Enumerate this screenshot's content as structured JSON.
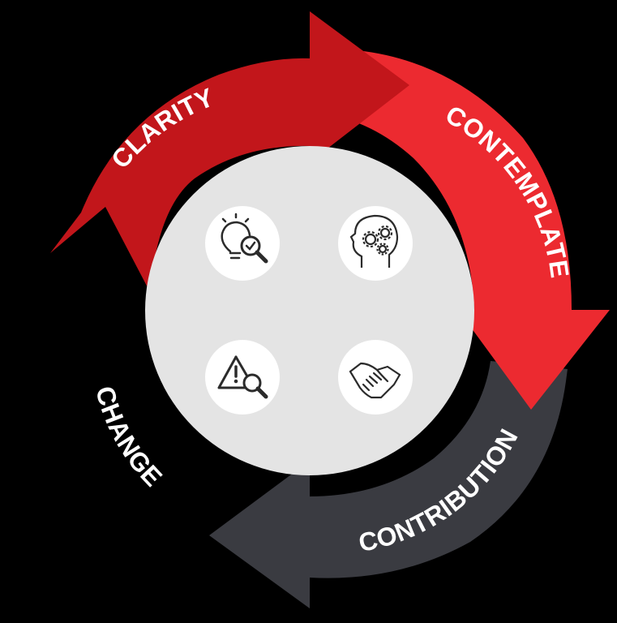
{
  "cycle": {
    "segments": [
      {
        "id": "clarity",
        "label": "CLARITY",
        "color": "#c2161b"
      },
      {
        "id": "contemplate",
        "label": "CONTEMPLATE",
        "color": "#ec2a30"
      },
      {
        "id": "contribution",
        "label": "CONTRIBUTION",
        "color": "#3a3b41"
      },
      {
        "id": "change",
        "label": "CHANGE",
        "color": "#000000"
      }
    ],
    "center_color": "#e4e4e4",
    "icons": [
      {
        "name": "lightbulb-magnifier-check-icon"
      },
      {
        "name": "head-gears-icon"
      },
      {
        "name": "warning-magnifier-icon"
      },
      {
        "name": "handshake-icon"
      }
    ]
  }
}
